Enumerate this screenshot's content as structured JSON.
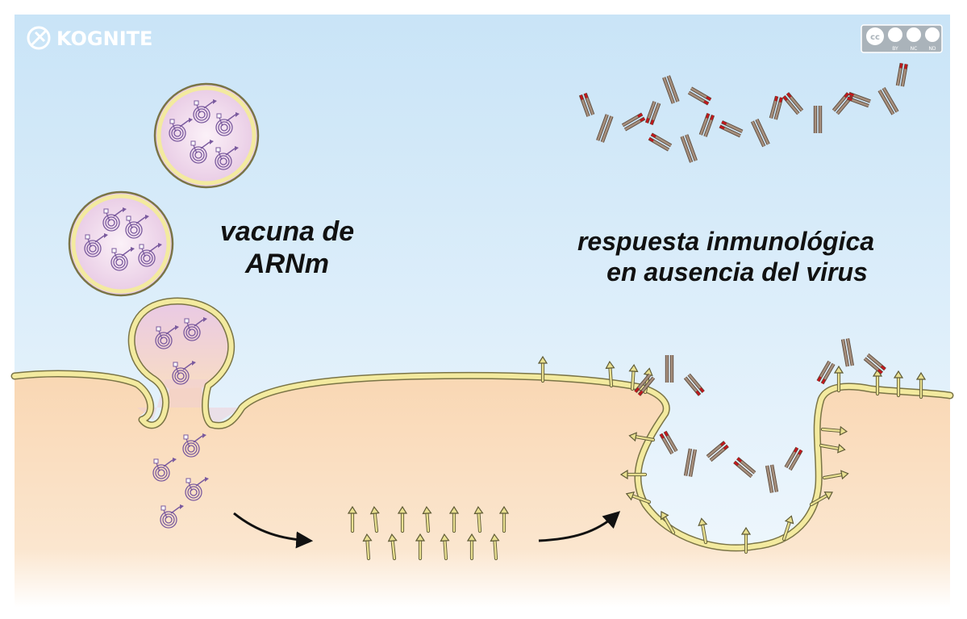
{
  "brand": {
    "name": "KOGNITE"
  },
  "license": {
    "icon_text": "cc",
    "terms": [
      "BY",
      "NC",
      "ND"
    ]
  },
  "labels": {
    "vaccine": [
      "vacuna de",
      "ARNm"
    ],
    "response": [
      "respuesta inmunológica",
      "en ausencia del virus"
    ]
  },
  "colors": {
    "sky_top": "#c9e4f7",
    "sky_bottom": "#f1f8fd",
    "cell_top": "#f9d7b3",
    "cell_bottom": "#fdf3e8",
    "membrane": "#f3ea9f",
    "membrane_edge": "#7a7446",
    "vesicle_fill": "#e9cfe8",
    "rna": "#7a5a9e",
    "antibody_arm": "#a7907e",
    "antibody_tip": "#c4161c",
    "arrow": "#111111"
  },
  "icons": [
    "kognite-logo-icon",
    "cc-by-nc-nd-icon",
    "vesicle-icon",
    "mrna-icon",
    "antibody-icon",
    "spike-protein-icon",
    "arrow-icon"
  ]
}
